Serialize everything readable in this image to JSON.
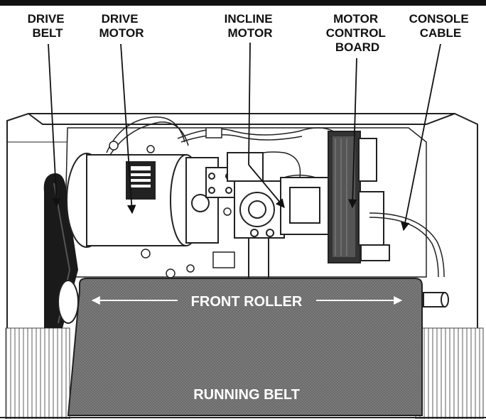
{
  "labels": {
    "drive_belt": [
      "DRIVE",
      "BELT"
    ],
    "drive_motor": [
      "DRIVE",
      "MOTOR"
    ],
    "incline_motor": [
      "INCLINE",
      "MOTOR"
    ],
    "motor_control_board": [
      "MOTOR",
      "CONTROL",
      "BOARD"
    ],
    "console_cable": [
      "CONSOLE",
      "CABLE"
    ],
    "front_roller": "FRONT ROLLER",
    "running_belt": "RUNNING BELT"
  },
  "colors": {
    "ink": "#111111",
    "belt_fill": "#6e6e6e",
    "paper": "#ffffff"
  }
}
